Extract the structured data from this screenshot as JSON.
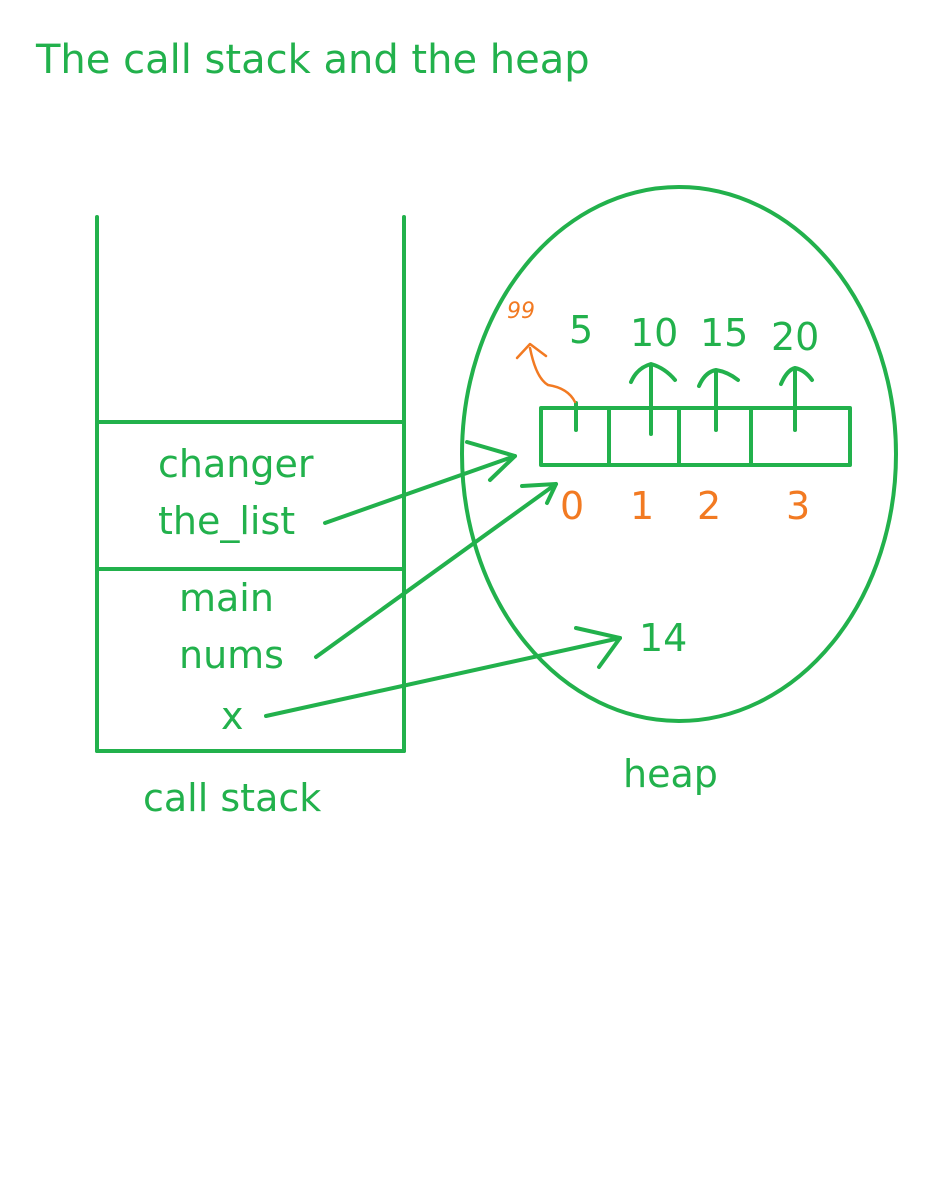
{
  "title": "The call stack and the heap",
  "colors": {
    "primary": "#22b14c",
    "accent": "#f27a22",
    "background": "#ffffff"
  },
  "call_stack": {
    "caption": "call stack",
    "frames": [
      {
        "name": "changer",
        "variables": [
          "the_list"
        ]
      },
      {
        "name": "main",
        "variables": [
          "nums",
          "x"
        ]
      }
    ]
  },
  "heap": {
    "caption": "heap",
    "list": {
      "indices": [
        "0",
        "1",
        "2",
        "3"
      ],
      "values": [
        "5",
        "10",
        "15",
        "20"
      ],
      "new_value": "99"
    },
    "int_object": "14"
  }
}
